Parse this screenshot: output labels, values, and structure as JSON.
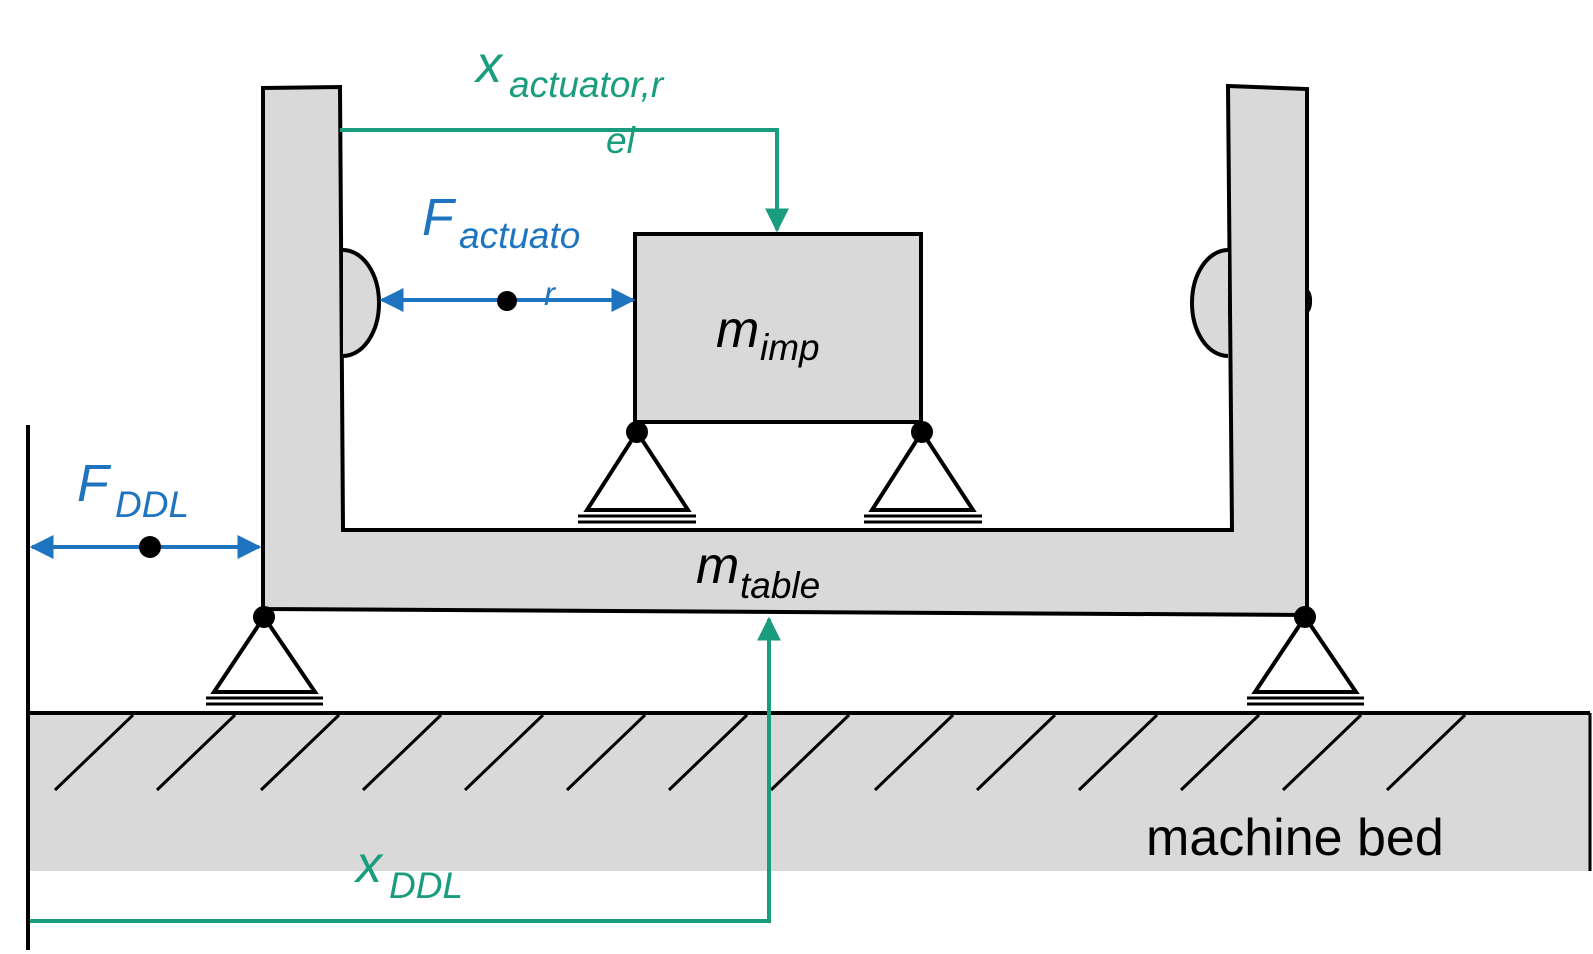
{
  "colors": {
    "body_fill": "#d9d9d9",
    "outline": "#000000",
    "force_blue": "#1f74c0",
    "displacement_green": "#1a9c7e"
  },
  "labels": {
    "x_actuator_rel": {
      "main": "x",
      "sub_line1": "actuator,r",
      "sub_line2": "el"
    },
    "f_actuator": {
      "main": "F",
      "sub_line1": "actuato",
      "sub_line2": "r"
    },
    "m_imp": {
      "main": "m",
      "sub": "imp"
    },
    "m_table": {
      "main": "m",
      "sub": "table"
    },
    "f_ddl": {
      "main": "F",
      "sub": "DDL"
    },
    "x_ddl": {
      "main": "x",
      "sub": "DDL"
    },
    "machine_bed": "machine bed"
  }
}
